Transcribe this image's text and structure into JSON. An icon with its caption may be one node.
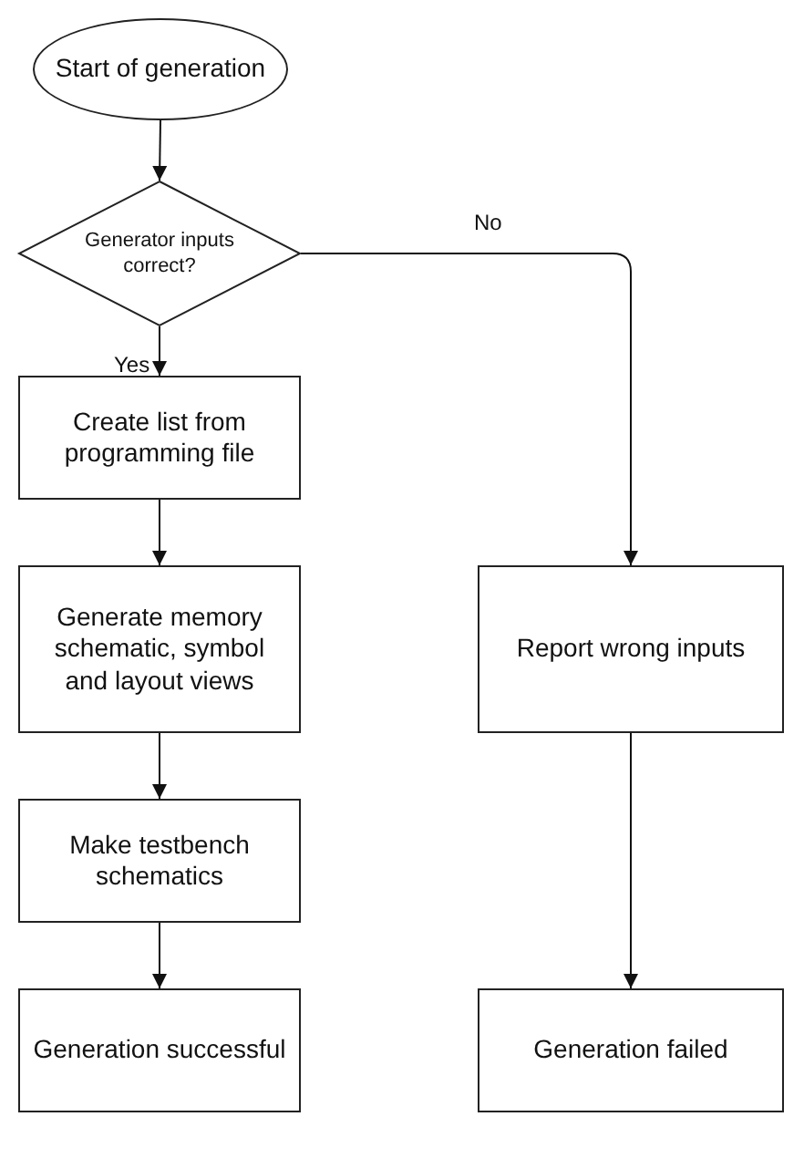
{
  "diagram": {
    "nodes": [
      {
        "text": [
          "Start of generation"
        ]
      },
      {
        "text": [
          "Generator inputs correct?"
        ]
      },
      {
        "text": [
          "Create list from programming file"
        ]
      },
      {
        "text": [
          "Generate memory schematic, symbol and layout views"
        ]
      },
      {
        "text": [
          "Make testbench schematics"
        ]
      },
      {
        "text": [
          "Generation successful"
        ]
      },
      {
        "text": [
          "Report wrong inputs"
        ]
      },
      {
        "text": [
          "Generation failed"
        ]
      }
    ],
    "edges": [
      {
        "from": 0,
        "to": 1,
        "arrow": "to"
      },
      {
        "from": 1,
        "to": 2,
        "label": "Yes",
        "arrow": "to"
      },
      {
        "from": 1,
        "to": 6,
        "label": "No",
        "arrow": "to"
      },
      {
        "from": 2,
        "to": 3,
        "arrow": "to"
      },
      {
        "from": 3,
        "to": 4,
        "arrow": "to"
      },
      {
        "from": 4,
        "to": 5,
        "arrow": "to"
      },
      {
        "from": 6,
        "to": 7,
        "arrow": "to"
      }
    ]
  }
}
